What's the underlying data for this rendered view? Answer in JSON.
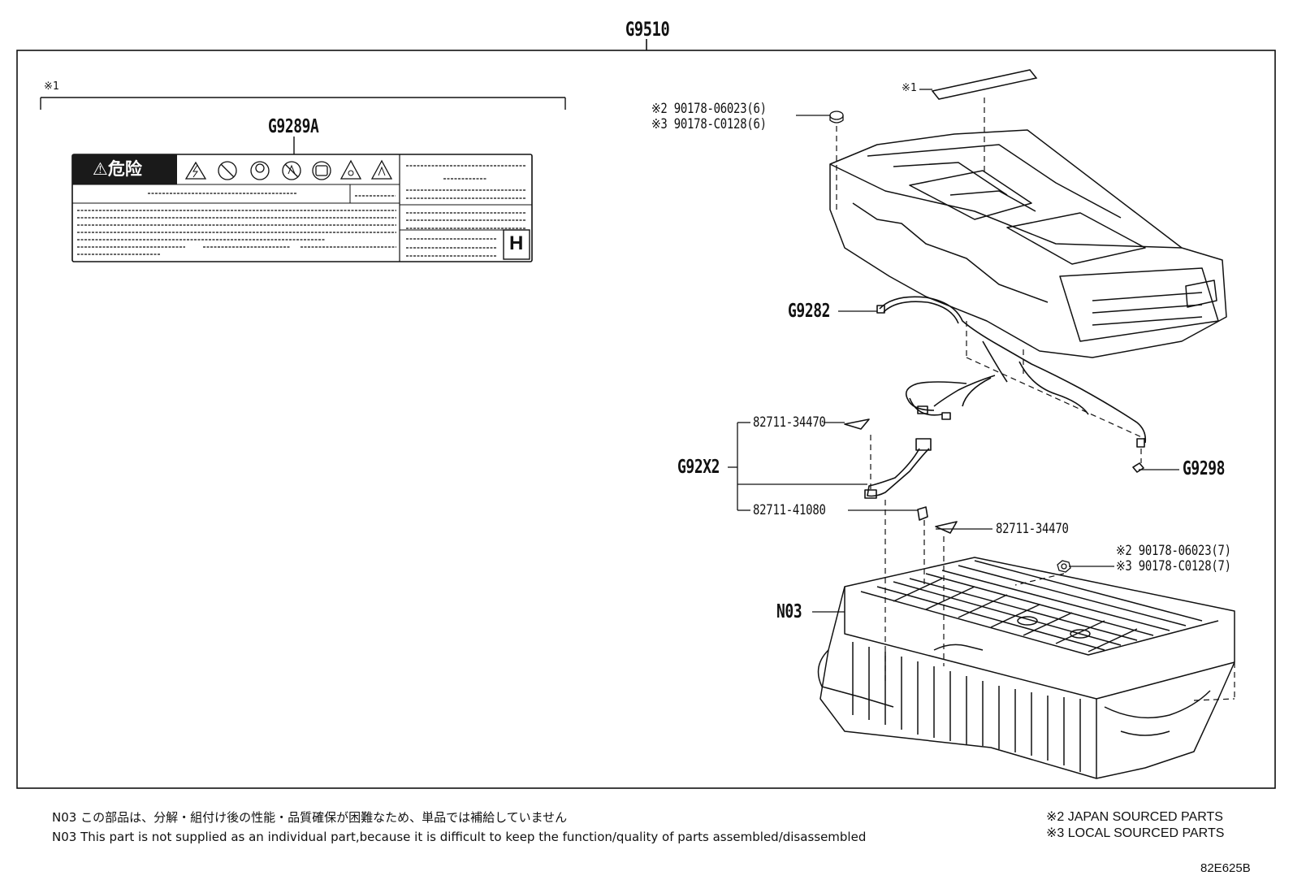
{
  "assembly": {
    "code": "G9510"
  },
  "group_ref_mark": "※1",
  "label": {
    "code": "G9289A",
    "header_text": "⚠危险",
    "h_mark": "H"
  },
  "parts": {
    "top_mark": "※1",
    "nut_top": {
      "line1": "※2 90178-06023(6)",
      "line2": "※3 90178-C0128(6)"
    },
    "g9282": "G9282",
    "g92x2": "G92X2",
    "p_82711_34470_a": "82711-34470",
    "p_82711_41080": "82711-41080",
    "g9298": "G9298",
    "p_82711_34470_b": "82711-34470",
    "nut_bottom": {
      "line1": "※2 90178-06023(7)",
      "line2": "※3 90178-C0128(7)"
    },
    "n03": "N03"
  },
  "notes": {
    "jp": "N03 この部品は、分解・組付け後の性能・品質確保が困難なため、単品では補給していません",
    "en": "N03 This part is not supplied as an  individual part,because it is difficult to keep the function/quality of parts assembled/disassembled"
  },
  "legend": {
    "line1": "※2 JAPAN SOURCED PARTS",
    "line2": "※3 LOCAL SOURCED PARTS"
  },
  "figure_id": "82E625B"
}
